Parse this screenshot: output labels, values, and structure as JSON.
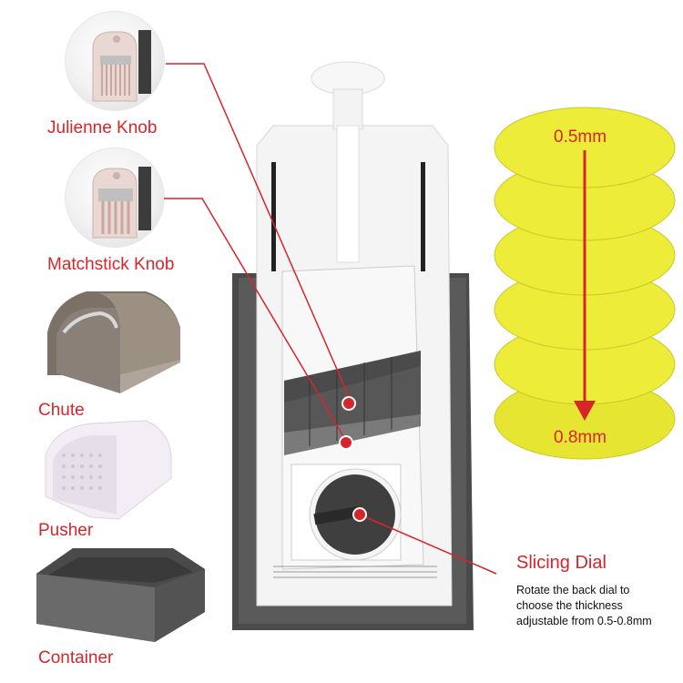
{
  "labels": {
    "julienne": "Julienne Knob",
    "matchstick": "Matchstick Knob",
    "chute": "Chute",
    "pusher": "Pusher",
    "container": "Container"
  },
  "dial": {
    "title": "Slicing Dial",
    "line1": "Rotate the back dial to",
    "line2": "choose the thickness",
    "line3": "adjustable from 0.5-0.8mm"
  },
  "thickness": {
    "min": "0.5mm",
    "max": "0.8mm",
    "disc_count": 6
  },
  "colors": {
    "accent": "#d7262b",
    "disc": "#ecec39",
    "body": "#f4f4f4",
    "base": "#4a4a4a"
  },
  "icons": [
    "julienne-knob-icon",
    "matchstick-knob-icon",
    "chute-icon",
    "pusher-icon",
    "container-icon"
  ]
}
